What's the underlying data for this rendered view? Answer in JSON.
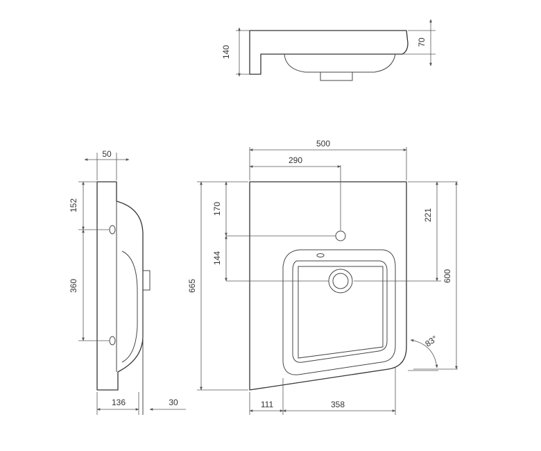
{
  "dimensions": {
    "front_height": "140",
    "front_bowl_depth": "70",
    "top_width": "500",
    "top_tap_offset": "290",
    "top_overall_depth": "665",
    "top_depth_right": "600",
    "top_tap_from_back": "170",
    "top_tap_to_drain": "144",
    "top_drain_from_back": "221",
    "top_left_offset": "111",
    "top_bowl_width": "358",
    "top_angle": "83°",
    "side_top_width": "50",
    "side_hole_top": "152",
    "side_hole_spacing": "360",
    "side_depth": "136",
    "side_waste": "30"
  }
}
